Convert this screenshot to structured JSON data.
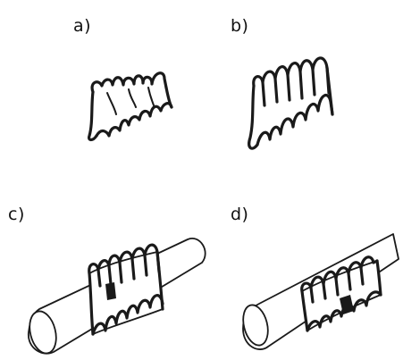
{
  "panels": [
    {
      "id": "a",
      "label": "a)"
    },
    {
      "id": "b",
      "label": "b)"
    },
    {
      "id": "c",
      "label": "c)"
    },
    {
      "id": "d",
      "label": "d)"
    }
  ],
  "colors": {
    "ink": "#1a1a1a",
    "background": "#ffffff"
  }
}
